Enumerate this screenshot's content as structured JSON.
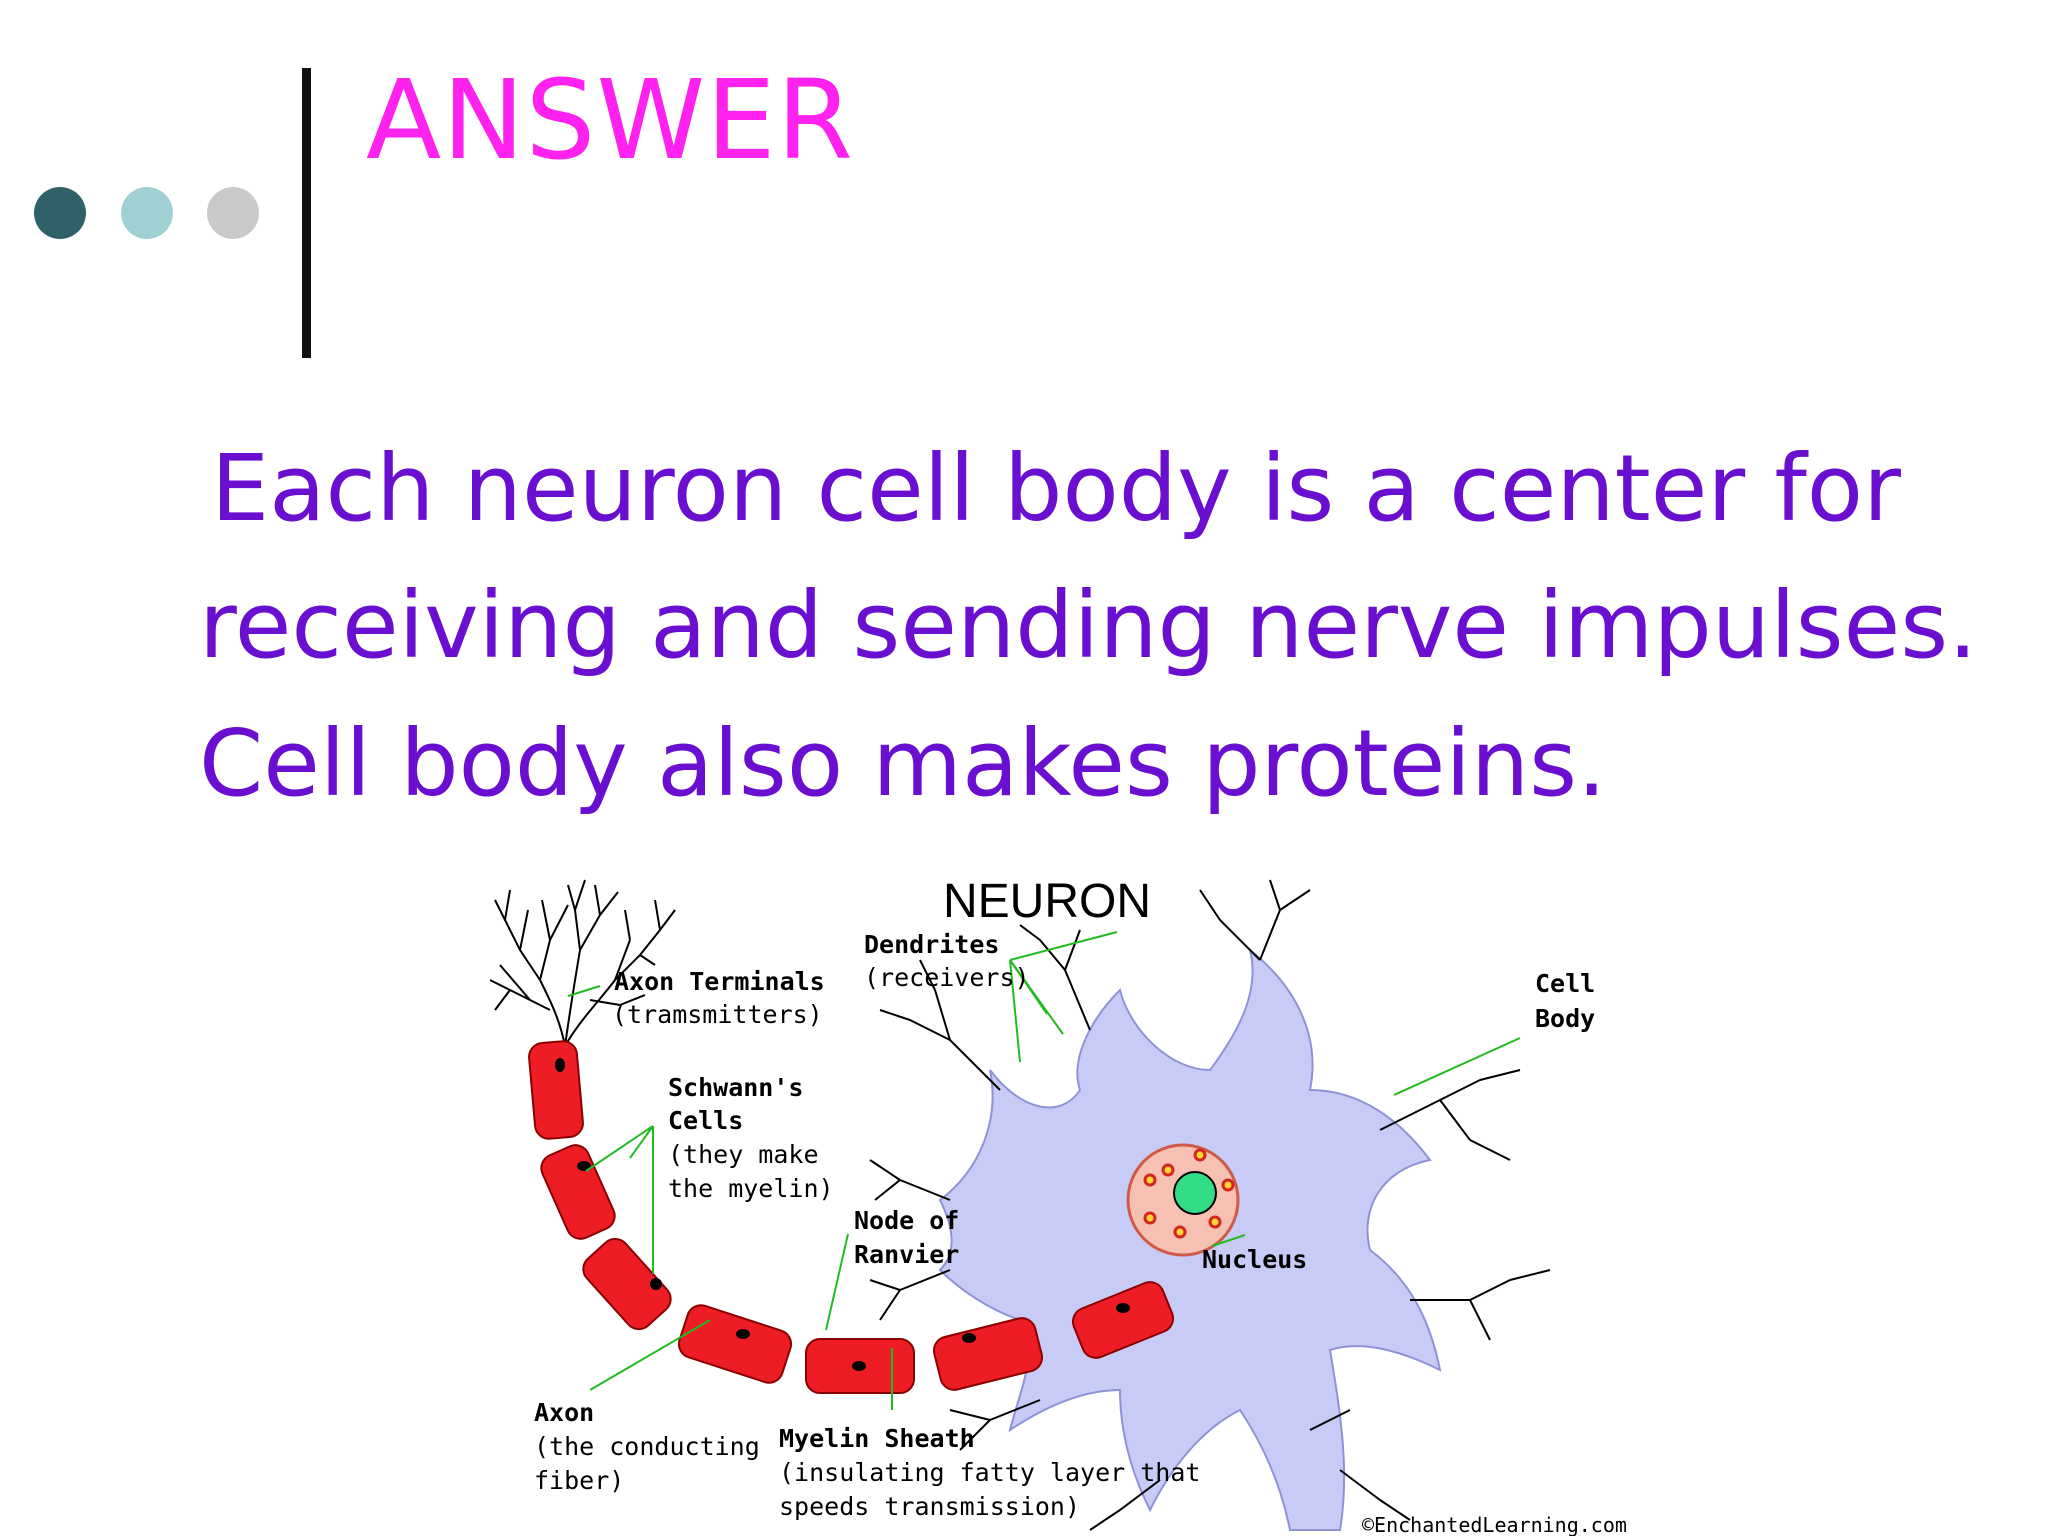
{
  "slide": {
    "title": "ANSWER",
    "body_lines": [
      "Each neuron cell body is a center for",
      "receiving and sending nerve impulses.",
      "Cell body also makes proteins."
    ]
  },
  "diagram": {
    "heading": "NEURON",
    "labels": {
      "dendrites": "Dendrites",
      "dendrites_note": "(receivers)",
      "axon_terminals": "Axon Terminals",
      "axon_terminals_note": "(tramsmitters)",
      "cell": "Cell",
      "body": "Body",
      "schwanns": "Schwann's",
      "cells": "Cells",
      "they_make": "(they make",
      "the_myelin": "the myelin)",
      "node_of": "Node of",
      "ranvier": "Ranvier",
      "nucleus": "Nucleus",
      "axon": "Axon",
      "axon_note1": "(the conducting",
      "axon_note2": "fiber)",
      "myelin": "Myelin Sheath",
      "myelin_note1": "(insulating fatty layer that",
      "myelin_note2": "speeds transmission)"
    },
    "copyright": "©EnchantedLearning.com"
  },
  "colors": {
    "title": "#ff22ee",
    "body_text": "#6a0fd0",
    "myelin": "#ee1c25",
    "cell_body": "#c8cbf5",
    "leader_lines": "#22bb22"
  }
}
